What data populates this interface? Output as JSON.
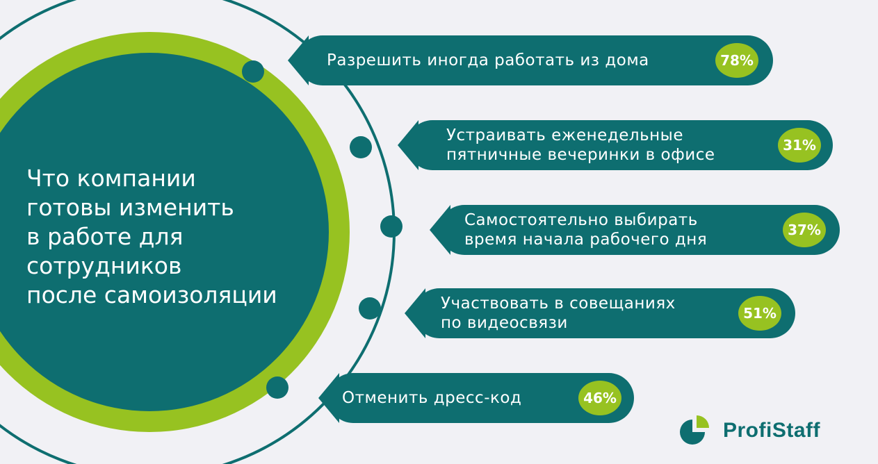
{
  "title_lines": [
    "Что компании",
    "готовы изменить",
    "в работе для",
    "сотрудников",
    "после самоизоляции"
  ],
  "items": [
    {
      "label_lines": [
        "Разрешить иногда работать из дома"
      ],
      "value": "78%"
    },
    {
      "label_lines": [
        "Устраивать еженедельные",
        "пятничные вечеринки в офисе"
      ],
      "value": "31%"
    },
    {
      "label_lines": [
        "Самостоятельно выбирать",
        "время начала рабочего дня"
      ],
      "value": "37%"
    },
    {
      "label_lines": [
        "Участвовать в совещаниях",
        "по видеосвязи"
      ],
      "value": "51%"
    },
    {
      "label_lines": [
        "Отменить дресс-код"
      ],
      "value": "46%"
    }
  ],
  "logo": {
    "text": "ProfiStaff"
  },
  "colors": {
    "teal": "#0e6e70",
    "green": "#97c221",
    "background": "#f1f1f5"
  }
}
